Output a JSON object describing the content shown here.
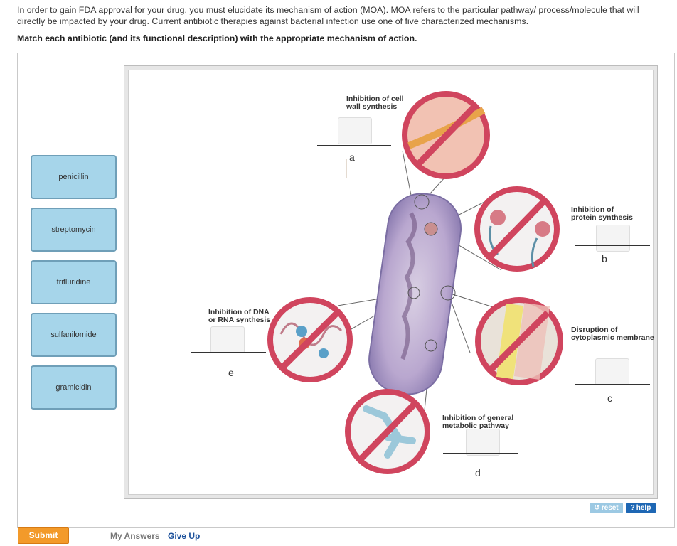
{
  "intro_text": "In order to gain FDA approval for your drug, you must elucidate its mechanism of action (MOA). MOA refers to the particular pathway/ process/molecule that will directly be impacted by your drug. Current antibiotic therapies against bacterial infection use one of five characterized mechanisms.",
  "instruction": "Match each antibiotic (and its functional description) with the appropriate mechanism of action.",
  "chips": [
    "penicillin",
    "streptomycin",
    "trifluridine",
    "sulfanilomide",
    "gramicidin"
  ],
  "targets": {
    "a": {
      "letter": "a",
      "label1": "Inhibition of cell",
      "label2": "wall synthesis"
    },
    "b": {
      "letter": "b",
      "label1": "Inhibition of",
      "label2": "protein synthesis"
    },
    "c": {
      "letter": "c",
      "label1": "Disruption of",
      "label2": "cytoplasmic membrane"
    },
    "d": {
      "letter": "d",
      "label1": "Inhibition of general",
      "label2": "metabolic pathway"
    },
    "e": {
      "letter": "e",
      "label1": "Inhibition of DNA",
      "label2": "or RNA synthesis"
    }
  },
  "controls": {
    "reset": "reset",
    "help": "help",
    "reset_icon": "undo-arrow-icon",
    "help_icon": "question-mark-icon"
  },
  "footer": {
    "submit": "Submit",
    "my_answers": "My Answers",
    "give_up": "Give Up"
  },
  "colors": {
    "chip": "#a6d5ea",
    "submit": "#f39a2a",
    "help": "#1e67b4",
    "prohibit": "#d0455e"
  }
}
